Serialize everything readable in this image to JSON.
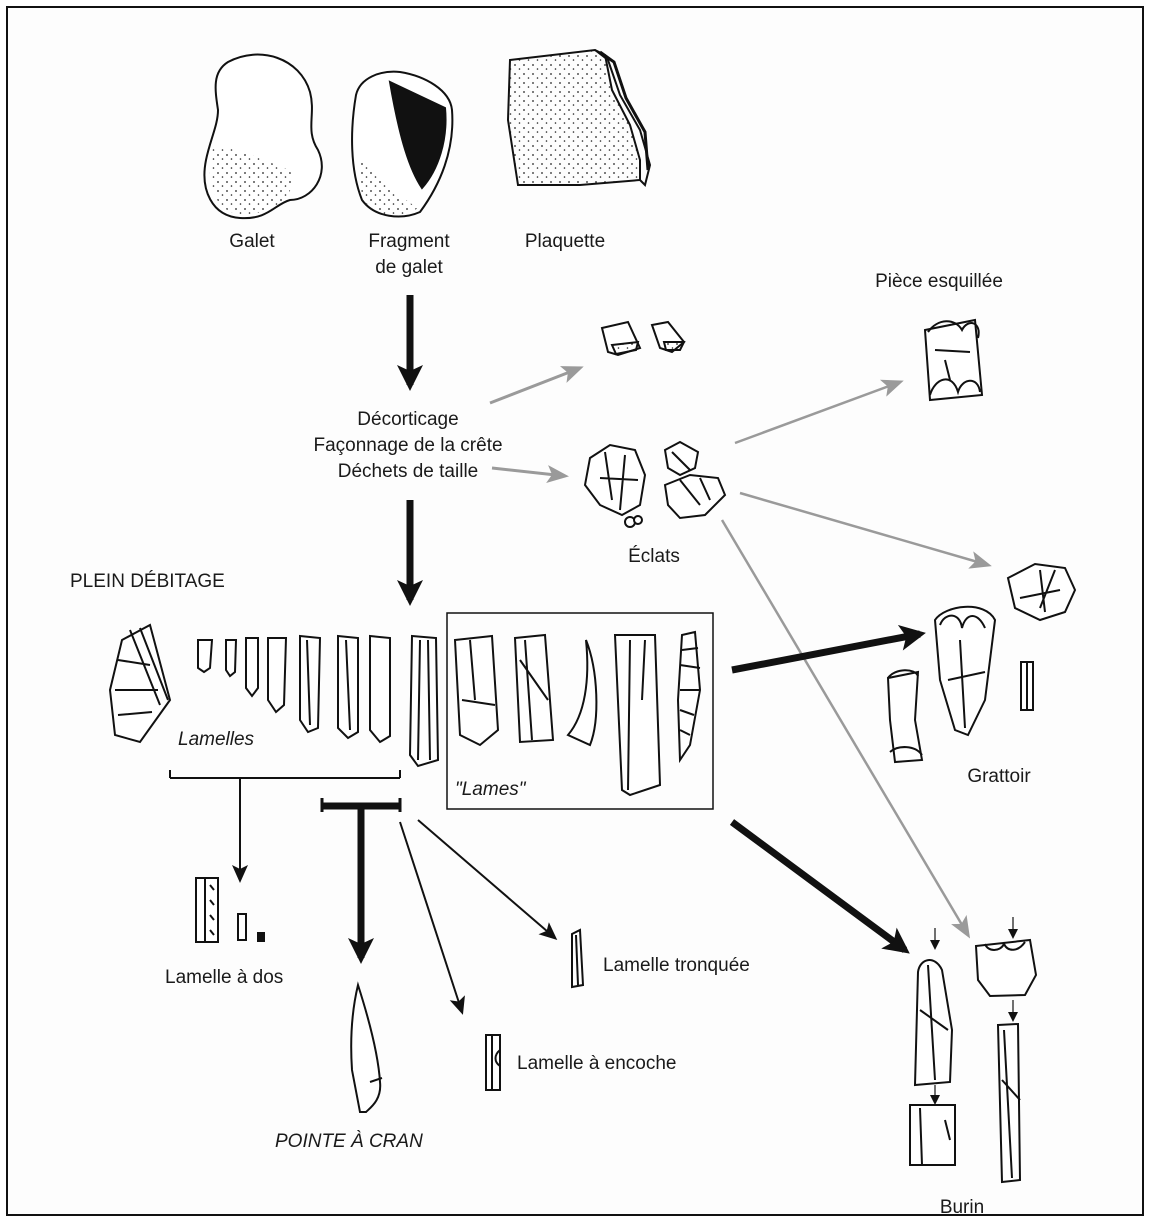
{
  "raw_materials": {
    "galet": "Galet",
    "fragment_line1": "Fragment",
    "fragment_line2": "de galet",
    "plaquette": "Plaquette"
  },
  "process": {
    "line1": "Décorticage",
    "line2": "Façonnage de la crête",
    "line3": "Déchets de taille"
  },
  "eclats": "Éclats",
  "piece_esquillee": "Pièce esquillée",
  "plein_debitage": "PLEIN DÉBITAGE",
  "lamelles": "Lamelles",
  "lames": "\"Lames\"",
  "grattoir": "Grattoir",
  "burin": "Burin",
  "lamelle_a_dos": "Lamelle à dos",
  "pointe_a_cran": "POINTE À CRAN",
  "lamelle_tronquee": "Lamelle tronquée",
  "lamelle_a_encoche": "Lamelle à encoche",
  "colors": {
    "ink": "#111111",
    "grey_arrow": "#9a9a9a"
  }
}
